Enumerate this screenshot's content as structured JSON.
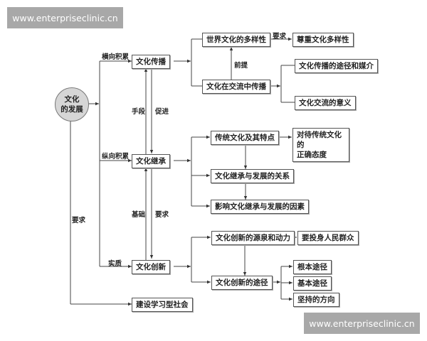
{
  "watermarks": {
    "top": "www.enterpriseclinic.cn",
    "bottom": "www.enterpriseclinic.cn"
  },
  "root": {
    "line1": "文化",
    "line2": "的发展"
  },
  "branches": {
    "spread": {
      "edge_label": "横向积累",
      "title": "文化传播",
      "children": {
        "diversity": "世界文化的多样性",
        "respect": "尊重文化多样性",
        "respect_edge": "要求",
        "exchange": "文化在交流中传播",
        "premise_edge": "前提",
        "means_media": "文化传播的途径和媒介",
        "meaning": "文化交流的意义"
      }
    },
    "inherit": {
      "edge_label": "纵向积累",
      "title": "文化继承",
      "children": {
        "traditional": "传统文化及其特点",
        "attitude_line1": "对待传统文化的",
        "attitude_line2": "正确态度",
        "relation": "文化继承与发展的关系",
        "factors": "影响文化继承与发展的因素"
      }
    },
    "innovate": {
      "edge_label": "实质",
      "title": "文化创新",
      "children": {
        "source": "文化创新的源泉和动力",
        "people": "要投身人民群众",
        "ways": "文化创新的途径",
        "fundamental": "根本途径",
        "basic": "基本途径",
        "direction": "坚持的方向"
      }
    },
    "society": {
      "edge_label": "要求",
      "title": "建设学习型社会"
    }
  },
  "between_labels": {
    "means": "手段",
    "promote": "促进",
    "foundation": "基础",
    "requirement": "要求"
  }
}
